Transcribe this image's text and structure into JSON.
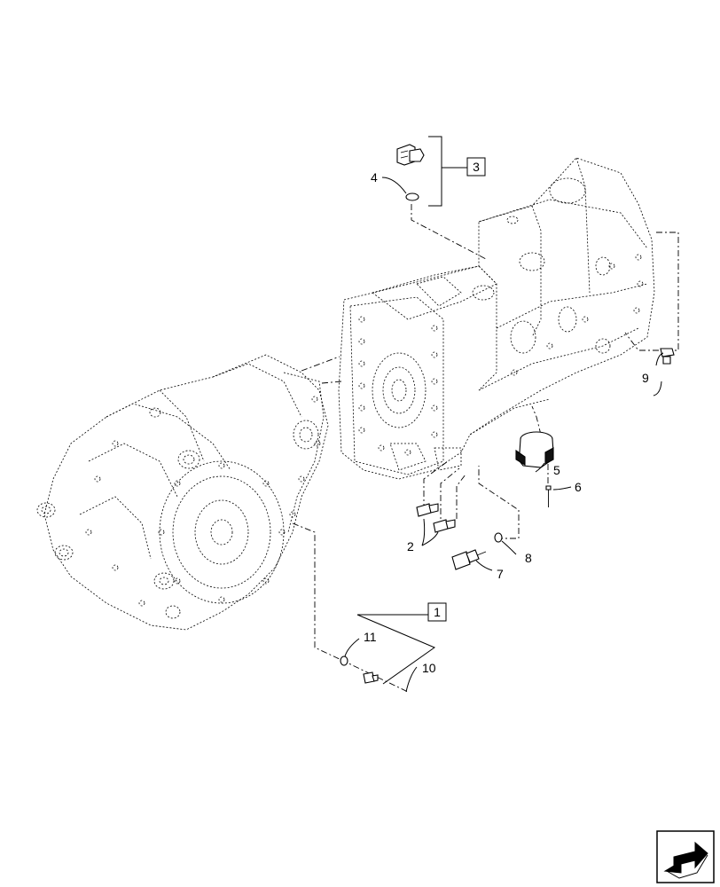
{
  "callouts": {
    "c1": "1",
    "c2": "2",
    "c3": "3",
    "c4": "4",
    "c5": "5",
    "c6": "6",
    "c7": "7",
    "c8": "8",
    "c9": "9",
    "c10": "10",
    "c11": "11"
  },
  "icons": {
    "nav": "next-page-arrow-icon"
  }
}
